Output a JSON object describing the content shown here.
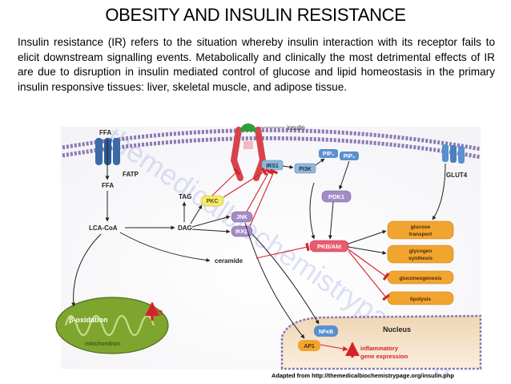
{
  "slide": {
    "title": "OBESITY AND INSULIN RESISTANCE",
    "intro": "Insulin resistance (IR) refers to the situation whereby insulin interaction with its receptor fails to elicit downstream signalling events. Metabolically and clinically the most detrimental effects of IR are due to disruption in insulin mediated control of glucose and lipid homeostasis in the primary insulin responsive tissues: liver, skeletal muscle, and adipose tissue.",
    "credit": "Adapted from http://themedicalbiochemistrypage.org/insulin.php"
  },
  "diagram": {
    "watermark": "themedicalbiochemistrypage.org",
    "labels": {
      "ffa_out": "FFA",
      "fatp": "FATP",
      "ffa_in": "FFA",
      "tag": "TAG",
      "lca_coa": "LCA-CoA",
      "dag": "DAG",
      "ceramide": "ceramide",
      "insulin": "insulin",
      "glut4": "GLUT4",
      "nucleus": "Nucleus"
    },
    "boxes": {
      "irs1": "IRS1",
      "pi3k": "PI3K",
      "pip2": "PIP₂",
      "pip3": "PIP₃",
      "pkc": "PKC",
      "jnk": "JNK",
      "ikkb": "IKKβ",
      "pdk1": "PDK1",
      "pkb": "PKB/Akt",
      "nfkb": "NFκB",
      "ap1": "AP1"
    },
    "outputs": {
      "glucose_1": "glucose",
      "glucose_2": "transport",
      "glycogen_1": "glycogen",
      "glycogen_2": "synthesis",
      "gluconeo": "gluconeogenesis",
      "lipolysis": "lipolysis",
      "inflam_1": "inflammatory",
      "inflam_2": "gene expression"
    },
    "mito": {
      "boxidation": "β-oxidation",
      "ros": "ROS",
      "label": "mitochondrion"
    },
    "colors": {
      "membrane": "#8d78b4",
      "receptor": "#d8434b",
      "insulin": "#2f9e3a",
      "pkc_box": "#f2ea6a",
      "jnk_box": "#a58bc6",
      "pdk1_box": "#a58bc6",
      "pkb_box": "#e95c70",
      "irs1_box": "#8fb9d7",
      "pi3k_box": "#8fb9d7",
      "output_box": "#f2a431",
      "mito": "#7ea52e",
      "nucleus": "#f5e2c8",
      "inhibit": "#d5222a"
    }
  }
}
